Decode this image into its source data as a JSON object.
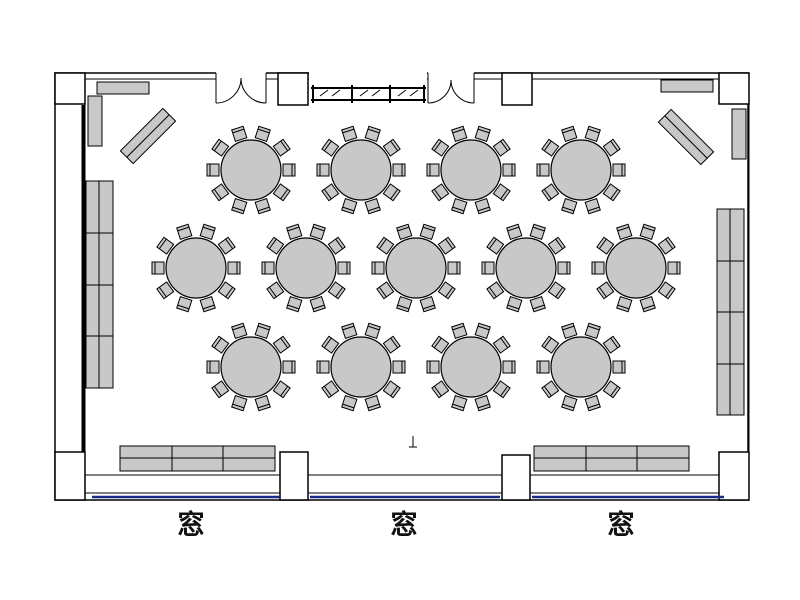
{
  "floor_plan": {
    "window_label": "窓",
    "table_rows": [
      4,
      5,
      4
    ],
    "chairs_per_table": 10,
    "colors": {
      "wall": "#000000",
      "furniture_fill": "#c8c8c8",
      "table_fill": "#c8c8c8",
      "window_line": "#1a2a8c",
      "background": "#ffffff"
    }
  }
}
